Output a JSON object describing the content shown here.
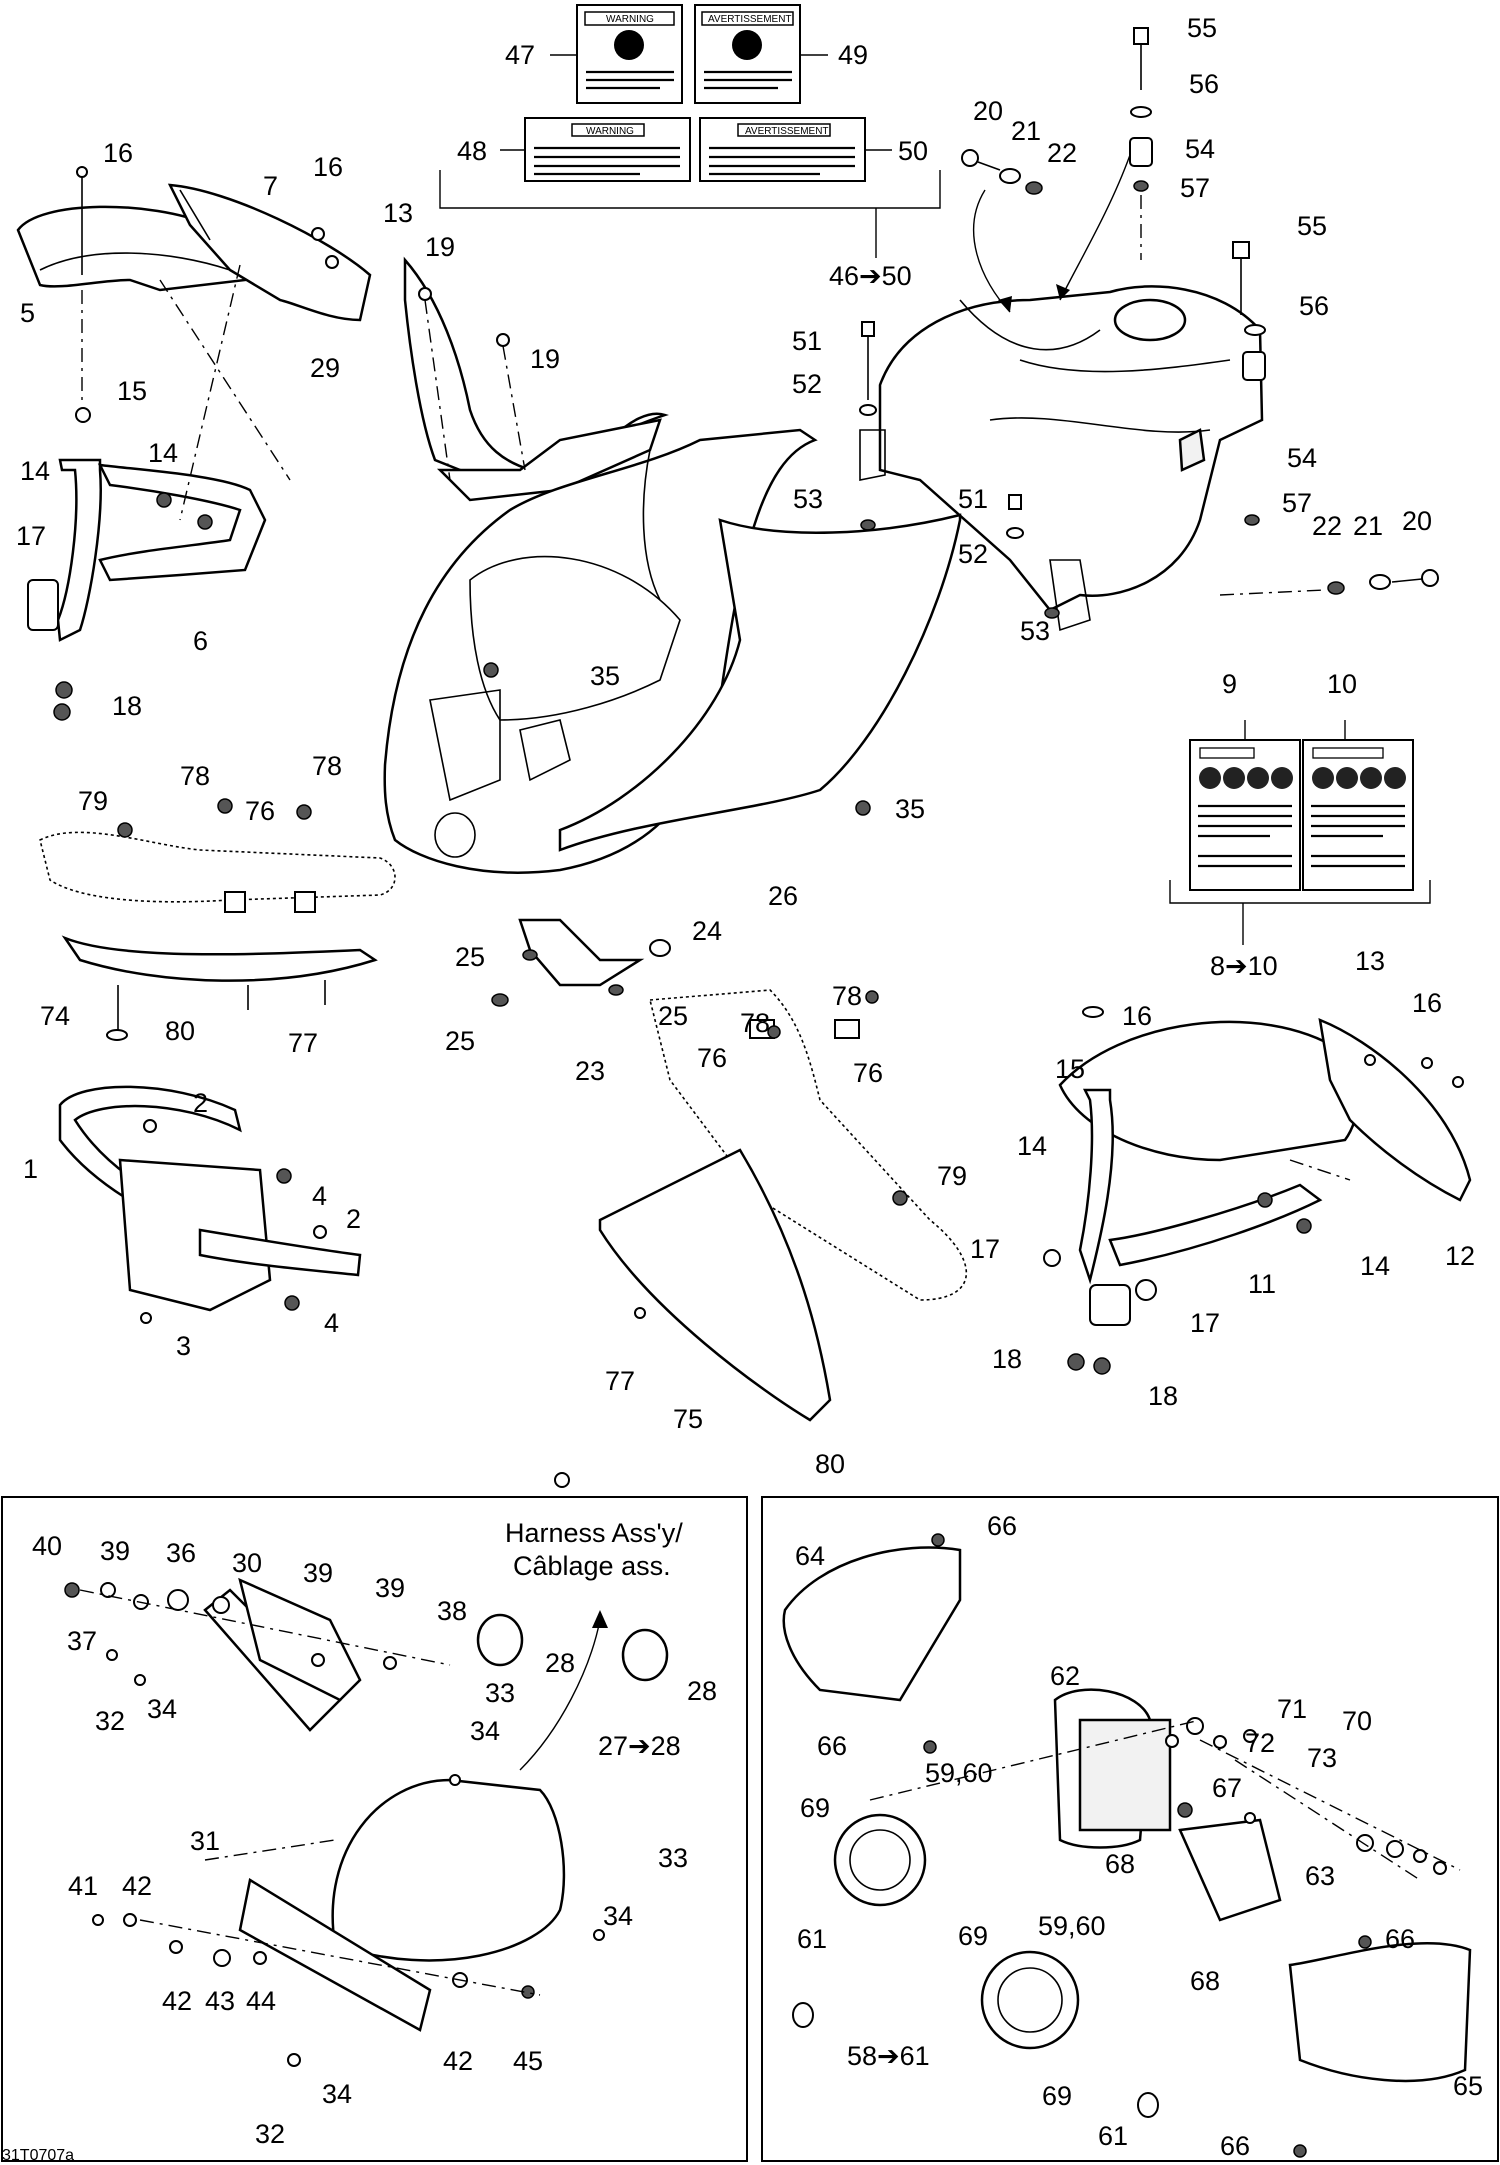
{
  "figure_code": "31T0707a",
  "inset_left": {
    "harness_label_line1": "Harness Ass'y/",
    "harness_label_line2": "Câblage ass."
  },
  "decals": {
    "warning": "WARNING",
    "avertissement": "AVERTISSEMENT"
  },
  "callouts": [
    {
      "id": "c47",
      "text": "47"
    },
    {
      "id": "c49",
      "text": "49"
    },
    {
      "id": "c48",
      "text": "48"
    },
    {
      "id": "c50a",
      "text": "50"
    },
    {
      "id": "c46",
      "text": "46➔50"
    },
    {
      "id": "c55a",
      "text": "55"
    },
    {
      "id": "c56a",
      "text": "56"
    },
    {
      "id": "c54a",
      "text": "54"
    },
    {
      "id": "c57a",
      "text": "57"
    },
    {
      "id": "c20a",
      "text": "20"
    },
    {
      "id": "c21a",
      "text": "21"
    },
    {
      "id": "c22a",
      "text": "22"
    },
    {
      "id": "c55b",
      "text": "55"
    },
    {
      "id": "c56b",
      "text": "56"
    },
    {
      "id": "c54b",
      "text": "54"
    },
    {
      "id": "c57b",
      "text": "57"
    },
    {
      "id": "c22b",
      "text": "22"
    },
    {
      "id": "c21b",
      "text": "21"
    },
    {
      "id": "c20b",
      "text": "20"
    },
    {
      "id": "c51a",
      "text": "51"
    },
    {
      "id": "c52a",
      "text": "52"
    },
    {
      "id": "c53a",
      "text": "53"
    },
    {
      "id": "c51b",
      "text": "51"
    },
    {
      "id": "c52b",
      "text": "52"
    },
    {
      "id": "c53b",
      "text": "53"
    },
    {
      "id": "c16a",
      "text": "16"
    },
    {
      "id": "c7",
      "text": "7"
    },
    {
      "id": "c16b",
      "text": "16"
    },
    {
      "id": "c13a",
      "text": "13"
    },
    {
      "id": "c19a",
      "text": "19"
    },
    {
      "id": "c19b",
      "text": "19"
    },
    {
      "id": "c29",
      "text": "29"
    },
    {
      "id": "c5",
      "text": "5"
    },
    {
      "id": "c15a",
      "text": "15"
    },
    {
      "id": "c14a",
      "text": "14"
    },
    {
      "id": "c14b",
      "text": "14"
    },
    {
      "id": "c17a",
      "text": "17"
    },
    {
      "id": "c6",
      "text": "6"
    },
    {
      "id": "c18a",
      "text": "18"
    },
    {
      "id": "c35a",
      "text": "35"
    },
    {
      "id": "c35b",
      "text": "35"
    },
    {
      "id": "c26",
      "text": "26"
    },
    {
      "id": "c9",
      "text": "9"
    },
    {
      "id": "c10",
      "text": "10"
    },
    {
      "id": "c8",
      "text": "8➔10"
    },
    {
      "id": "c79a",
      "text": "79"
    },
    {
      "id": "c78a",
      "text": "78"
    },
    {
      "id": "c78b",
      "text": "78"
    },
    {
      "id": "c76a",
      "text": "76"
    },
    {
      "id": "c74",
      "text": "74"
    },
    {
      "id": "c80a",
      "text": "80"
    },
    {
      "id": "c77a",
      "text": "77"
    },
    {
      "id": "c25a",
      "text": "25"
    },
    {
      "id": "c24",
      "text": "24"
    },
    {
      "id": "c25b",
      "text": "25"
    },
    {
      "id": "c25c",
      "text": "25"
    },
    {
      "id": "c23",
      "text": "23"
    },
    {
      "id": "c78c",
      "text": "78"
    },
    {
      "id": "c78d",
      "text": "78"
    },
    {
      "id": "c76b",
      "text": "76"
    },
    {
      "id": "c76c",
      "text": "76"
    },
    {
      "id": "c79b",
      "text": "79"
    },
    {
      "id": "c77b",
      "text": "77"
    },
    {
      "id": "c75",
      "text": "75"
    },
    {
      "id": "c80b",
      "text": "80"
    },
    {
      "id": "c2a",
      "text": "2"
    },
    {
      "id": "c1",
      "text": "1"
    },
    {
      "id": "c4a",
      "text": "4"
    },
    {
      "id": "c2b",
      "text": "2"
    },
    {
      "id": "c3",
      "text": "3"
    },
    {
      "id": "c4b",
      "text": "4"
    },
    {
      "id": "c16c",
      "text": "16"
    },
    {
      "id": "c13b",
      "text": "13"
    },
    {
      "id": "c16d",
      "text": "16"
    },
    {
      "id": "c15b",
      "text": "15"
    },
    {
      "id": "c14c",
      "text": "14"
    },
    {
      "id": "c14d",
      "text": "14"
    },
    {
      "id": "c17b",
      "text": "17"
    },
    {
      "id": "c11",
      "text": "11"
    },
    {
      "id": "c12",
      "text": "12"
    },
    {
      "id": "c17c",
      "text": "17"
    },
    {
      "id": "c18b",
      "text": "18"
    },
    {
      "id": "c18c",
      "text": "18"
    },
    {
      "id": "c40",
      "text": "40"
    },
    {
      "id": "c39a",
      "text": "39"
    },
    {
      "id": "c36",
      "text": "36"
    },
    {
      "id": "c30",
      "text": "30"
    },
    {
      "id": "c39b",
      "text": "39"
    },
    {
      "id": "c39c",
      "text": "39"
    },
    {
      "id": "c38",
      "text": "38"
    },
    {
      "id": "c37",
      "text": "37"
    },
    {
      "id": "c28a",
      "text": "28"
    },
    {
      "id": "c28b",
      "text": "28"
    },
    {
      "id": "c32a",
      "text": "32"
    },
    {
      "id": "c34a",
      "text": "34"
    },
    {
      "id": "c33a",
      "text": "33"
    },
    {
      "id": "c34b",
      "text": "34"
    },
    {
      "id": "c27",
      "text": "27➔28"
    },
    {
      "id": "c33b",
      "text": "33"
    },
    {
      "id": "c34c",
      "text": "34"
    },
    {
      "id": "c31",
      "text": "31"
    },
    {
      "id": "c41",
      "text": "41"
    },
    {
      "id": "c42a",
      "text": "42"
    },
    {
      "id": "c42b",
      "text": "42"
    },
    {
      "id": "c43",
      "text": "43"
    },
    {
      "id": "c44",
      "text": "44"
    },
    {
      "id": "c42c",
      "text": "42"
    },
    {
      "id": "c45",
      "text": "45"
    },
    {
      "id": "c32b",
      "text": "32"
    },
    {
      "id": "c34d",
      "text": "34"
    },
    {
      "id": "c64",
      "text": "64"
    },
    {
      "id": "c66a",
      "text": "66"
    },
    {
      "id": "c66b",
      "text": "66"
    },
    {
      "id": "c62",
      "text": "62"
    },
    {
      "id": "c71",
      "text": "71"
    },
    {
      "id": "c70",
      "text": "70"
    },
    {
      "id": "c72",
      "text": "72"
    },
    {
      "id": "c73",
      "text": "73"
    },
    {
      "id": "c67",
      "text": "67"
    },
    {
      "id": "c5960a",
      "text": "59,60"
    },
    {
      "id": "c69a",
      "text": "69"
    },
    {
      "id": "c68a",
      "text": "68"
    },
    {
      "id": "c63",
      "text": "63"
    },
    {
      "id": "c61a",
      "text": "61"
    },
    {
      "id": "c69b",
      "text": "69"
    },
    {
      "id": "c5960b",
      "text": "59,60"
    },
    {
      "id": "c68b",
      "text": "68"
    },
    {
      "id": "c66c",
      "text": "66"
    },
    {
      "id": "c58",
      "text": "58➔61"
    },
    {
      "id": "c69c",
      "text": "69"
    },
    {
      "id": "c61b",
      "text": "61"
    },
    {
      "id": "c65",
      "text": "65"
    },
    {
      "id": "c66d",
      "text": "66"
    }
  ]
}
